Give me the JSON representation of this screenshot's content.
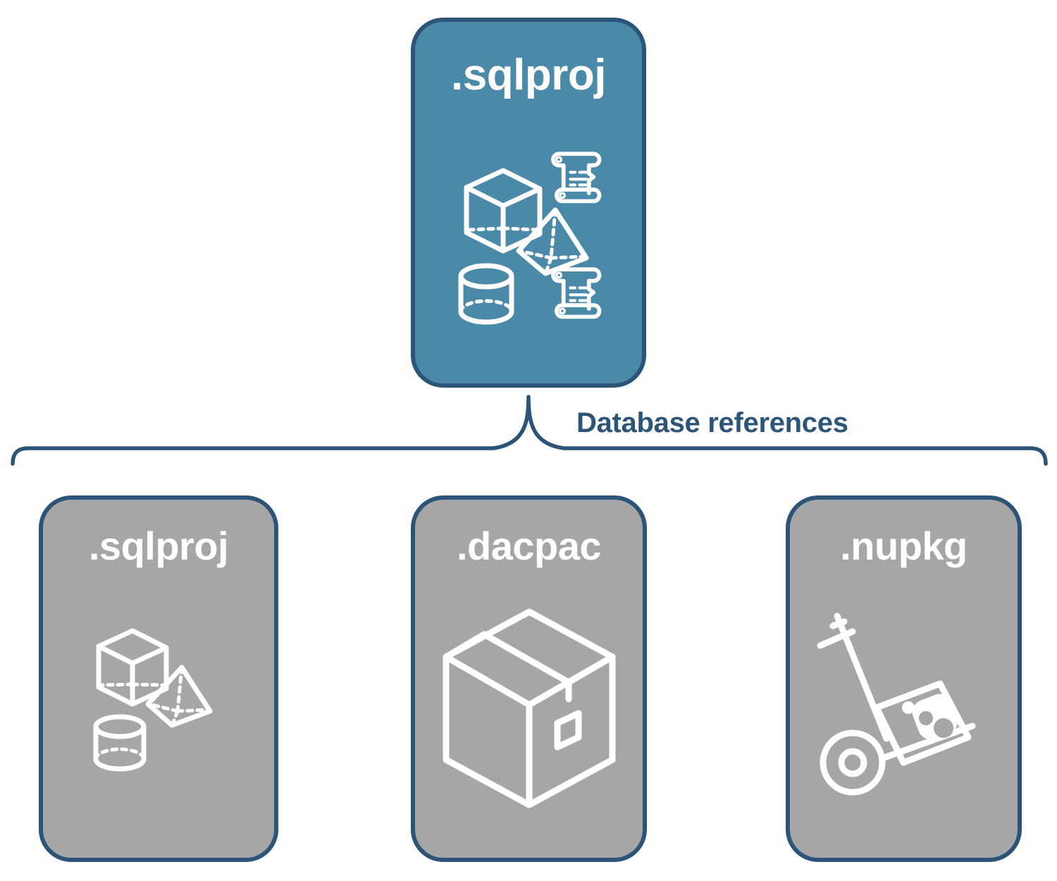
{
  "diagram": {
    "title": "Database references",
    "background_color": "#ffffff",
    "colors": {
      "primary_fill": "#4a8aa8",
      "secondary_fill": "#a6a6a6",
      "border": "#2b5478",
      "label_text": "#2d5578",
      "card_text": "#ffffff"
    }
  },
  "root_node": {
    "label": ".sqlproj",
    "fill": "#4a8aa8",
    "icons": [
      "cube-wireframe-icon",
      "pyramid-wireframe-icon",
      "cylinder-wireframe-icon",
      "script-scroll-icon",
      "script-scroll-icon"
    ]
  },
  "connector": {
    "label": "Database references",
    "style": "bracket",
    "color": "#2b5478"
  },
  "reference_nodes": [
    {
      "label": ".sqlproj",
      "fill": "#a6a6a6",
      "icons": [
        "cube-wireframe-icon",
        "pyramid-wireframe-icon",
        "cylinder-wireframe-icon"
      ]
    },
    {
      "label": ".dacpac",
      "fill": "#a6a6a6",
      "icons": [
        "shipping-box-icon"
      ]
    },
    {
      "label": ".nupkg",
      "fill": "#a6a6a6",
      "icons": [
        "hand-truck-package-icon"
      ]
    }
  ]
}
